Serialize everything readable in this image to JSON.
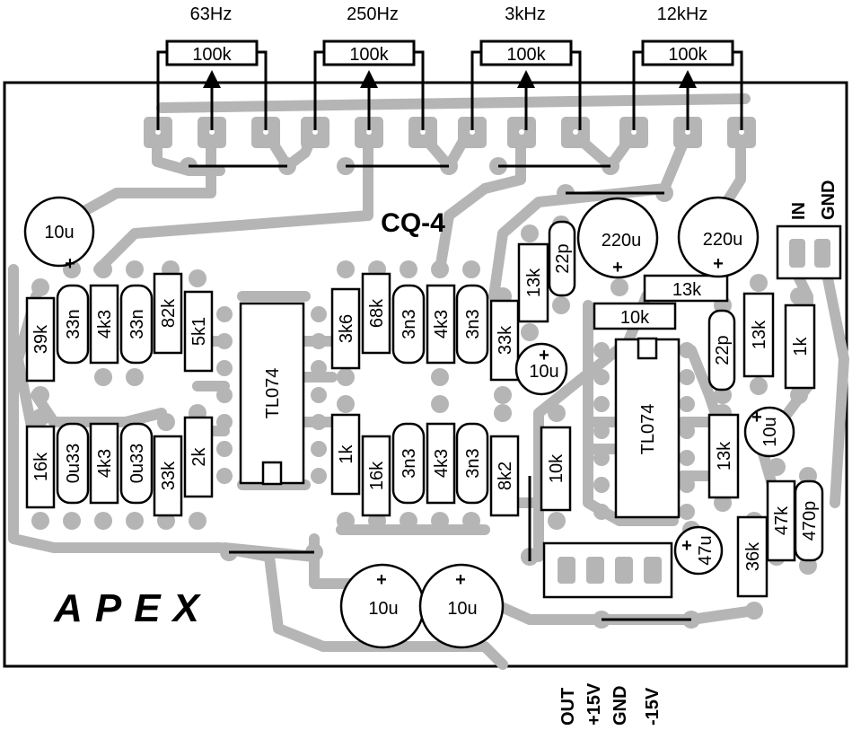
{
  "title": "CQ-4",
  "brand": "APEX",
  "pots": [
    {
      "freq": "63Hz",
      "value": "100k"
    },
    {
      "freq": "250Hz",
      "value": "100k"
    },
    {
      "freq": "3kHz",
      "value": "100k"
    },
    {
      "freq": "12kHz",
      "value": "100k"
    }
  ],
  "ics": [
    "TL074",
    "TL074"
  ],
  "connectors": {
    "input": [
      "IN",
      "GND"
    ],
    "power": [
      "OUT",
      "+15V",
      "GND",
      "-15V"
    ]
  },
  "resistors": [
    "39k",
    "4k3",
    "82k",
    "5k1",
    "16k",
    "4k3",
    "33k",
    "2k",
    "3k6",
    "68k",
    "4k3",
    "33k",
    "1k",
    "16k",
    "4k3",
    "8k2",
    "13k",
    "13k",
    "10k",
    "13k",
    "1k",
    "10k",
    "13k",
    "36k",
    "47k"
  ],
  "capacitors": [
    "33n",
    "33n",
    "0u33",
    "0u33",
    "3n3",
    "3n3",
    "3n3",
    "3n3",
    "22p",
    "22p",
    "470p"
  ],
  "electrolytics": [
    "10u",
    "220u",
    "220u",
    "10u",
    "10u",
    "47u",
    "10u",
    "10u"
  ],
  "polarity_mark": "+"
}
